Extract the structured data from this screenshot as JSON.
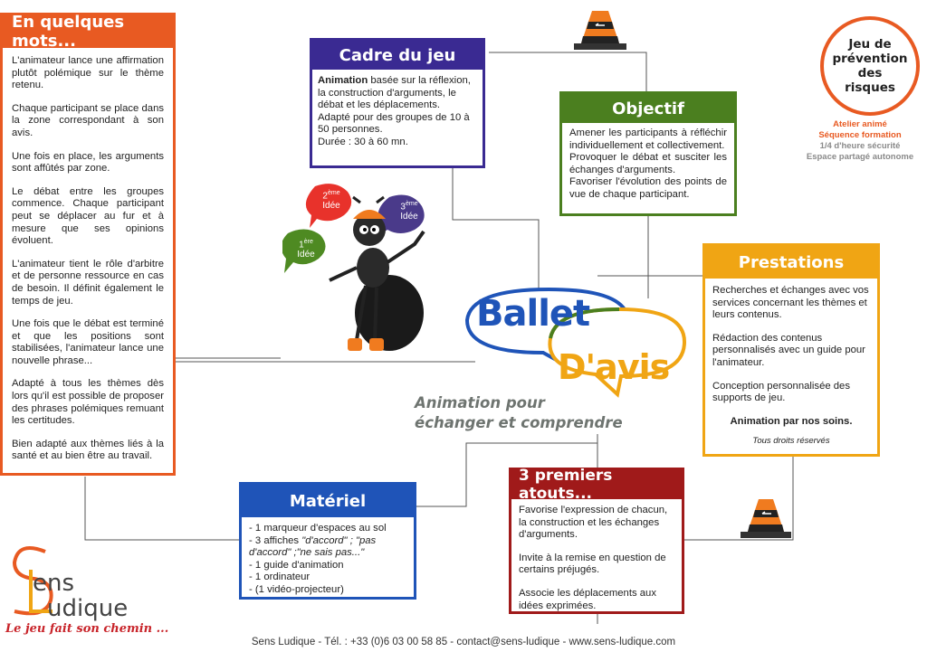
{
  "box_mots": {
    "title": "En quelques mots...",
    "p1": "L'animateur lance une affirmation plutôt polémique sur le thème retenu.",
    "p2": "Chaque participant se place dans la zone correspondant à son avis.",
    "p3": "Une fois en place, les arguments sont affûtés par zone.",
    "p4": "Le débat entre les groupes commence. Chaque participant peut se déplacer au fur et à mesure que ses opinions évoluent.",
    "p5": "L'animateur tient le rôle d'arbitre et de personne ressource en cas de besoin. Il définit également le temps de jeu.",
    "p6": "Une fois que le débat est terminé et que les positions sont stabilisées, l'animateur lance une nouvelle phrase...",
    "p7": "Adapté à tous les thèmes dès lors qu'il est possible de proposer des phrases polémiques remuant les certitudes.",
    "p8": "Bien adapté aux thèmes liés à la santé et au bien être au travail."
  },
  "box_cadre": {
    "title": "Cadre du jeu",
    "bold": "Animation",
    "l1": " basée sur la réflexion, la construction d'arguments, le débat et les déplacements.",
    "l2": "Adapté pour des groupes de 10 à 50 personnes.",
    "l3": "Durée : 30 à 60 mn."
  },
  "box_objectif": {
    "title": "Objectif",
    "l1": "Amener les participants à réfléchir individuellement et collectivement.",
    "l2": "Provoquer le débat et susciter les échanges d'arguments.",
    "l3": "Favoriser l'évolution des points de vue de chaque participant."
  },
  "box_prestations": {
    "title": "Prestations",
    "p1": "Recherches et échanges avec vos services concernant les thèmes et leurs contenus.",
    "p2": "Rédaction des contenus personnalisés avec un guide pour l'animateur.",
    "p3": "Conception personnalisée des supports de jeu.",
    "p4": "Animation par nos soins.",
    "p5": "Tous droits réservés"
  },
  "box_materiel": {
    "title": "Matériel",
    "i1": "- 1 marqueur d'espaces au sol",
    "i2a": "- 3 affiches ",
    "i2b": "\"d'accord\" ; \"pas d'accord\" ;\"ne sais pas...\"",
    "i3": "- 1 guide d'animation",
    "i4": "- 1 ordinateur",
    "i5": "- (1 vidéo-projecteur)"
  },
  "box_atouts": {
    "title": "3 premiers atouts...",
    "p1": "Favorise l'expression de chacun, la construction et les échanges d'arguments.",
    "p2": "Invite à la remise en question de certains préjugés.",
    "p3": "Associe les déplacements aux idées exprimées."
  },
  "circle": {
    "text": "Jeu de prévention des risques"
  },
  "tags": {
    "t1": "Atelier animé",
    "t2": "Séquence formation",
    "t3": "1/4 d'heure sécurité",
    "t4": "Espace partagé autonome",
    "c1": "#e85a22",
    "c2": "#e85a22",
    "c3": "#8a8a8a",
    "c4": "#8a8a8a"
  },
  "logo": {
    "word1": "ens",
    "word2": "udique",
    "tagline": "Le jeu fait son chemin ..."
  },
  "bubbles": {
    "b1": "Ballet",
    "b2": "D'avis",
    "idea1_sup": "ère",
    "idea1_num": "1",
    "idea1": "Idée",
    "idea2_sup": "ème",
    "idea2_num": "2",
    "idea2": "Idée",
    "idea3_sup": "ème",
    "idea3_num": "3",
    "idea3": "Idée"
  },
  "subtitle": {
    "l1": "Animation pour",
    "l2": "échanger et comprendre"
  },
  "footer": "Sens Ludique - Tél. : +33 (0)6 03 00 58 85 - contact@sens-ludique - www.sens-ludique.com",
  "colors": {
    "orange": "#e85a22",
    "purple": "#3a2a92",
    "green": "#4b7f1f",
    "yellow": "#f0a514",
    "blue": "#1f54b8",
    "red": "#a01a1a"
  }
}
